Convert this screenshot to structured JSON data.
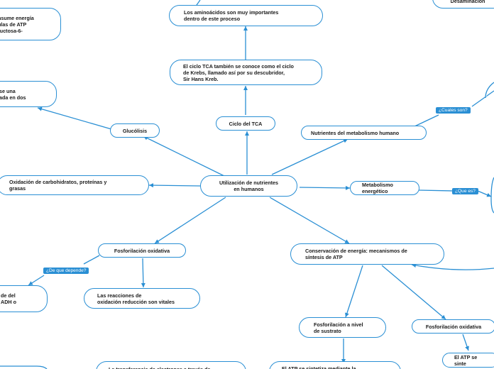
{
  "nodes": {
    "root": "Utilización de nutrientes\nen humanos",
    "glucolisis": "Glucólisis",
    "ciclo_tca": "Ciclo del TCA",
    "nutrientes": "Nutrientes del metabolismo humano",
    "metabolismo": "Metabolismo energético",
    "oxidacion": "Oxidación de carbohidratos, proteínas y\ngrasas",
    "fosforilacion_oxidativa": "Fosforilación oxidativa",
    "conservacion": "Conservación de energía: mecanismos de\nsíntesis de ATP",
    "aminoacidos": "Los aminoácidos son muy importantes\ndentro de este proceso",
    "tca_krebs": "El ciclo TCA también se conoce como el ciclo\nde Krebs, llamado así por su descubridor,\nSir Hans Kreb.",
    "reacciones": "Las reacciones de\noxidación reducción son vitales",
    "fosf_sustrato": "Fosforilación a nivel\nde sustrato",
    "fosf_oxidativa_2": "Fosforilación oxidativa",
    "atp_sint": "El ATP se sinte",
    "desaminacion": "Desaminación",
    "topleft": "nsume energía\nulas de ATP\nructosa-6-",
    "glu_left": "se una\nada en dos",
    "dep_left": "de del\nADH o",
    "bottom_left": "La transferencia de electrones a través de",
    "bottom_mid": "El ATP se sintetiza mediante la"
  },
  "tags": {
    "cuales": "¿Cuales son?",
    "que_es": "¿Que es?",
    "depende": "¿De que depende?"
  },
  "colors": {
    "accent": "#2a8fd4",
    "text": "#1b1b1b"
  }
}
